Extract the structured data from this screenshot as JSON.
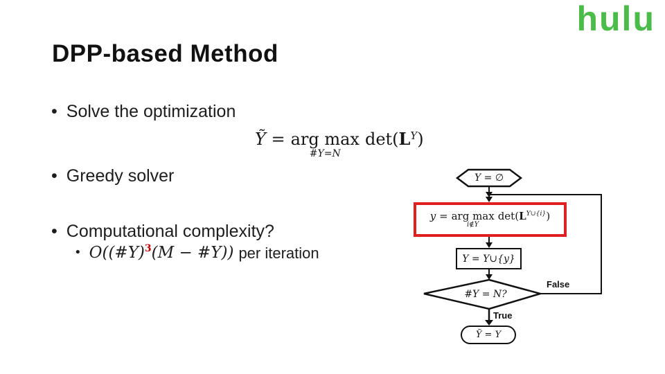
{
  "slide": {
    "title": "DPP-based Method",
    "logo_text": "hulu"
  },
  "colors": {
    "logo_green": "#4BBC49",
    "highlight_box_red": "#E02020",
    "superscript_red": "#C00000"
  },
  "bullets": {
    "marker": "•",
    "b1": "Solve the optimization",
    "b2": "Greedy solver",
    "b3": "Computational complexity?"
  },
  "formula_opt": {
    "lhs": "Ỹ =",
    "argmax": "arg max",
    "constraint": "#Y=N",
    "det": "det(",
    "matrix": "L",
    "matrix_sub": "Y",
    "close": ")"
  },
  "complexity": {
    "marker": "•",
    "big_o": "O((#Y)",
    "sup": "3",
    "rest": "(M − #Y))",
    "tail": "per iteration"
  },
  "flowchart": {
    "init": "Y = ∅",
    "step": {
      "lhs": "y =",
      "argmax": "arg max",
      "constraint": "i∉Y",
      "det": "det(",
      "matrix": "L",
      "matrix_sub": "Y∪{i}",
      "close": ")"
    },
    "update": "Y = Y∪{y}",
    "condition": "#Y = N?",
    "false_label": "False",
    "true_label": "True",
    "result": "Ỹ = Y"
  }
}
